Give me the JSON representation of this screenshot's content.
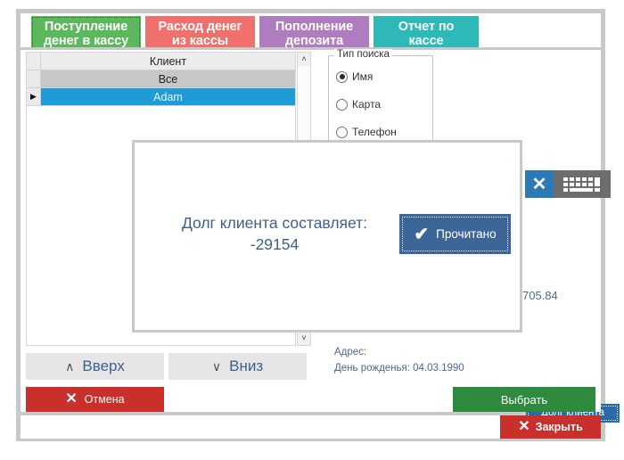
{
  "tabs": [
    {
      "label": "Поступление\nденег в кассу",
      "color": "#5cb85c",
      "selected": true
    },
    {
      "label": "Расход денег\nиз кассы",
      "color": "#f0706e",
      "selected": false
    },
    {
      "label": "Пополнение\nдепозита",
      "color": "#b07cc0",
      "selected": false
    },
    {
      "label": "Отчет по\nкассе",
      "color": "#2eb8b8",
      "selected": false
    }
  ],
  "grid": {
    "header": "Клиент",
    "rows": [
      {
        "name": "Все",
        "selected": false,
        "indicator": ""
      },
      {
        "name": "Adam",
        "selected": true,
        "indicator": "▶"
      }
    ]
  },
  "scrollbar": {
    "up": "˄",
    "down": "˅"
  },
  "search_type": {
    "legend": "Тип поиска",
    "options": [
      {
        "label": "Имя",
        "checked": true
      },
      {
        "label": "Карта",
        "checked": false
      },
      {
        "label": "Телефон",
        "checked": false
      }
    ]
  },
  "field_tools": {
    "clear_icon": "✕",
    "clear_name": "clear-field-icon",
    "keyboard_name": "keyboard-icon"
  },
  "balance": {
    "amount": "705.84"
  },
  "details": {
    "address_label": "Адрес:",
    "birthday_label": "День рожденья: 04.03.1990",
    "debt_button": "Долг клиента"
  },
  "nav": {
    "up_label": "Вверх",
    "down_label": "Вниз",
    "up_icon": "∧",
    "down_icon": "∨"
  },
  "actions": {
    "cancel_label": "Отмена",
    "cancel_icon": "✕",
    "select_label": "Выбрать"
  },
  "footer": {
    "close_label": "Закрыть",
    "close_icon": "✕"
  },
  "modal": {
    "message": "Долг клиента составляет:\n-29154",
    "ok_label": "Прочитано",
    "ok_icon": "✔"
  },
  "colors": {
    "selection_blue": "#1f9bd8",
    "modal_button": "#3d6698",
    "danger": "#c9302c",
    "success": "#2e8b3d",
    "accent_blue": "#2a6aa8"
  }
}
